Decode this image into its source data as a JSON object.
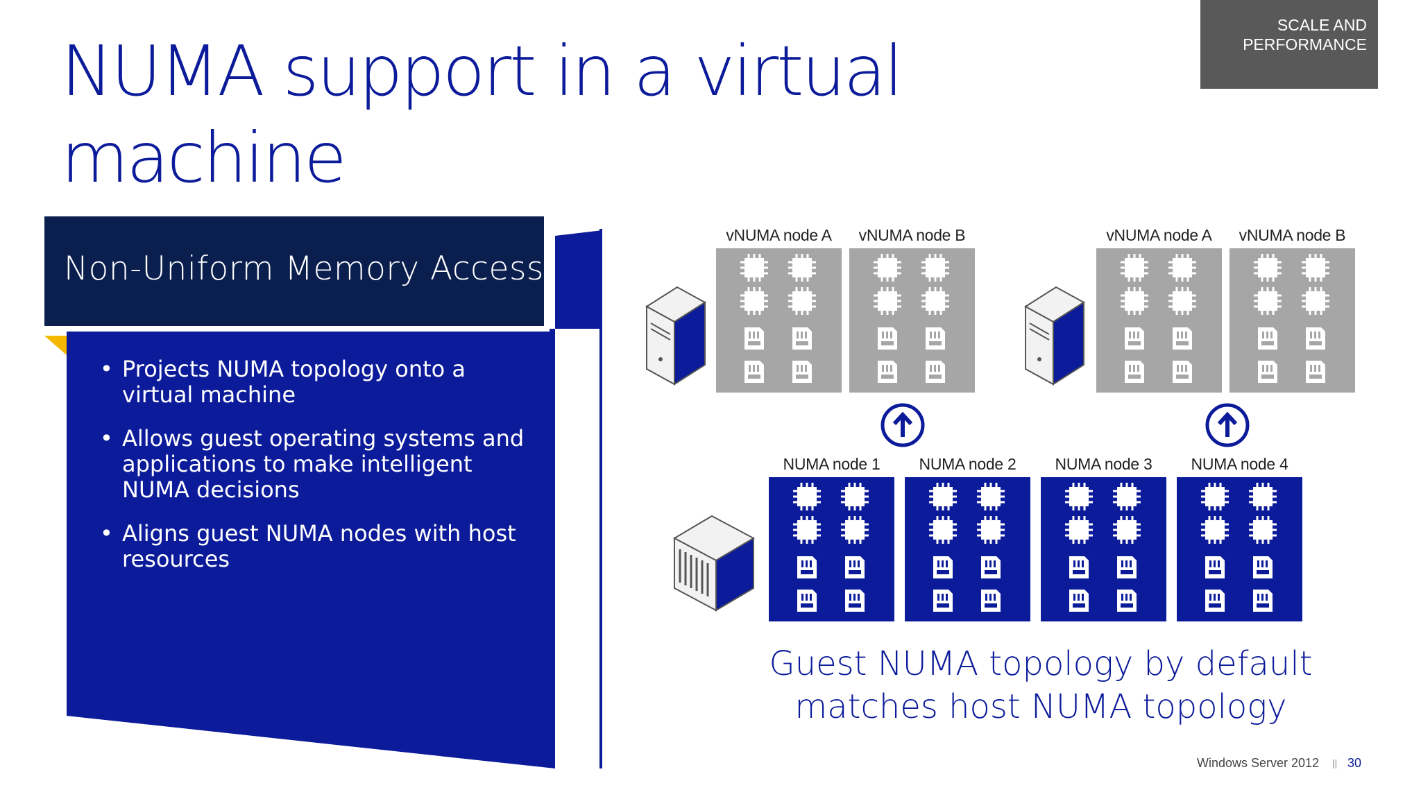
{
  "slide": {
    "title_line1": "NUMA support in a virtual",
    "title_line2": "machine",
    "category_line1": "SCALE AND",
    "category_line2": "PERFORMANCE",
    "colors": {
      "accent_blue": "#0c1b9a",
      "dark_navy": "#0b1f4f",
      "badge_gray": "#595959",
      "node_gray": "#a6a6a6",
      "corner_yellow": "#f5b800"
    }
  },
  "panel": {
    "header": "Non-Uniform Memory Access",
    "bullets": [
      "Projects NUMA topology onto a virtual machine",
      "Allows guest operating systems and applications to make intelligent NUMA decisions",
      "Aligns guest NUMA nodes with host resources"
    ]
  },
  "diagram": {
    "vm1": {
      "labels": [
        "vNUMA node A",
        "vNUMA node B"
      ],
      "icon": "tower-server-icon"
    },
    "vm2": {
      "labels": [
        "vNUMA node A",
        "vNUMA node B"
      ],
      "icon": "tower-server-icon"
    },
    "host": {
      "labels": [
        "NUMA node 1",
        "NUMA node 2",
        "NUMA node 3",
        "NUMA node 4"
      ],
      "icon": "host-server-icon"
    },
    "arrow_icon": "arrow-up-circle-icon",
    "node_icons": [
      "cpu-chip-icon",
      "memory-card-icon"
    ],
    "caption_line1": "Guest NUMA topology by default",
    "caption_line2": "matches host NUMA topology"
  },
  "footer": {
    "product": "Windows Server 2012",
    "separator": "||",
    "page_number": "30"
  }
}
